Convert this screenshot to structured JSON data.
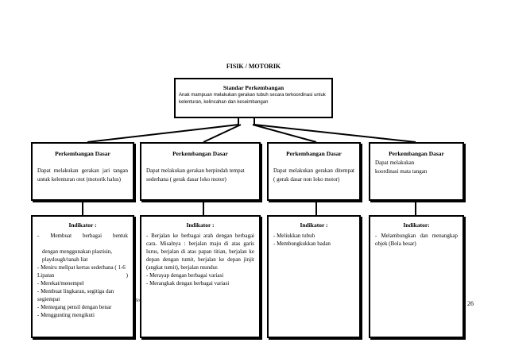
{
  "page": {
    "title": "FISIK / MOTORIK",
    "page_number": "26",
    "margin_tag": "Sis"
  },
  "standard": {
    "title": "Standar Perkembangan",
    "description": "Anak mampuan melakukan gerakan tubuh secara terkoordinasi untuk  kelenturan, kelincahan dan keseimbangan"
  },
  "development": [
    {
      "title": "Perkembangan Dasar",
      "description": "Dapat melakukan gerakan jari tangan untuk kelenturan otot (motorik halus)"
    },
    {
      "title": "Perkembangan Dasar",
      "description": "Dapat melakukan gerakan berpindah tempat sederhana ( gerak dasar loko motor)"
    },
    {
      "title": "Perkembangan Dasar",
      "description": "Dapat melakukan gerakan ditempat ( gerak dasar non loko motor)"
    },
    {
      "title": "Perkembangan Dasar",
      "description": "Dapat melakukan koordinasi mata tangan"
    }
  ],
  "indicators": [
    {
      "title": "Indikator :",
      "items": [
        "- Membuat berbagai bentuk",
        "dengan menggunakan plastisin, playdough/tanah liat",
        "- Meniru melipat kertas sederhana ( 1-6 Lipatan )",
        "- Merekat/menempel",
        "- Membuat lingkaran, segitiga dan segiempat",
        "- Memegang pensil dengan benar",
        "- Menggunting mengikuti"
      ]
    },
    {
      "title": "Indikator :",
      "items": [
        "- Berjalan ke berbagai arah dengan berbagai cara. Misalnya : berjalan maju di atas garis lurus, berjalan di atas papan titian, berjalan ke depan dengan tumit, berjalan ke depan jinjit (angkat tumit), berjalan mundur.",
        "- Merayap dengan berbagai variasi",
        "- Merangkak dengan berbagai variasi"
      ]
    },
    {
      "title": "Indikator :",
      "items": [
        "- Meliukkan tubuh",
        "- Membungkukkan badan"
      ]
    },
    {
      "title": "Indikator:",
      "items": [
        "- Melambungkan dan menangkap objek (Bola besar)"
      ]
    }
  ]
}
